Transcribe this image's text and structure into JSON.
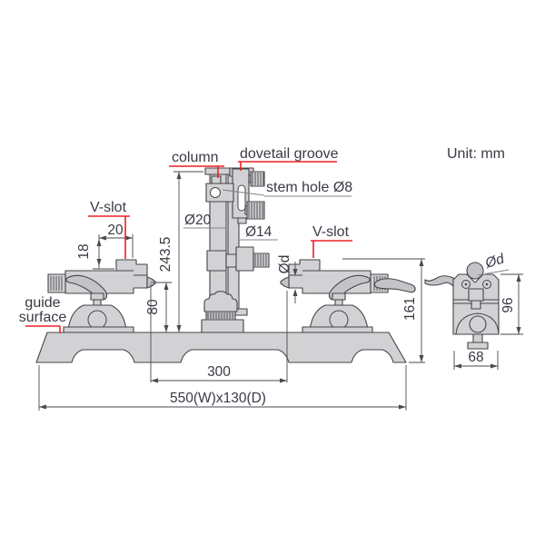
{
  "title": {
    "unit": "Unit: mm"
  },
  "callouts": {
    "column": "column",
    "dovetail_groove": "dovetail groove",
    "stem_hole": "stem hole Ø8",
    "v_slot_left": "V-slot",
    "v_slot_right": "V-slot",
    "guide_surface": {
      "line1": "guide",
      "line2": "surface"
    }
  },
  "dimensions": {
    "column_height": "243.5",
    "column_diameter": "Ø20",
    "rod_diameter": "Ø14",
    "v_slot_width": "20",
    "v_slot_depth": "18",
    "center_height": "80",
    "distance_between_centers": "300",
    "base_size": "550(W)x130(D)",
    "spindle_diameter": "Ød",
    "overall_height": "161",
    "side_ball_diameter": "Ød",
    "side_body_height": "96",
    "side_body_width": "68"
  },
  "colors": {
    "accent_red": "#ec2127",
    "metal_fill": "#d2d2d4",
    "outline": "#45454b",
    "text": "#3a3a46"
  }
}
